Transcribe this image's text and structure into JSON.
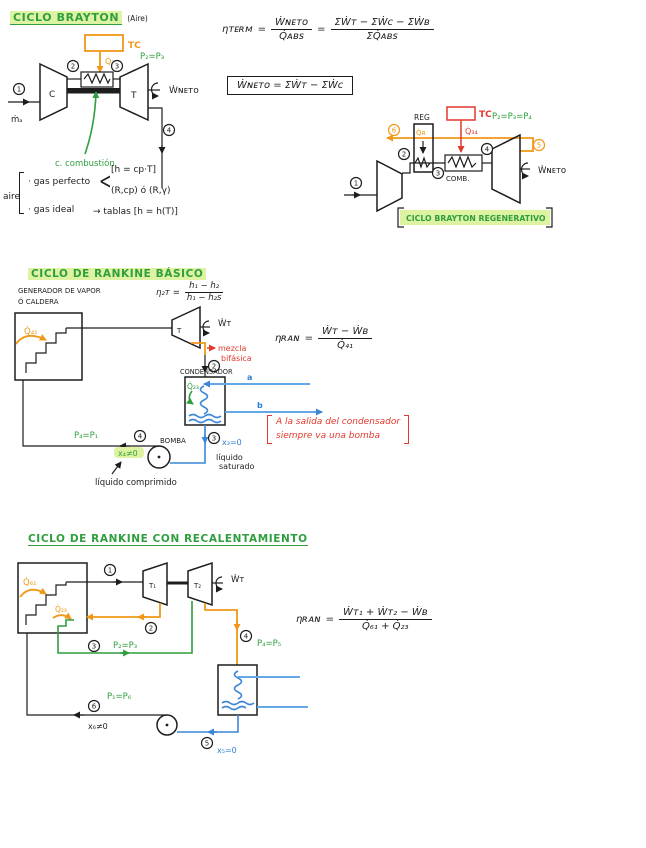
{
  "colors": {
    "ink": "#1d1d1d",
    "green": "#2f9e3f",
    "orange": "#f09818",
    "red": "#e3392e",
    "blue": "#2e7fd6",
    "light_blue": "#64a9e6",
    "highlight": "#ddf3a1"
  },
  "brayton": {
    "title": "CICLO BRAYTON",
    "aside": "(Aire)",
    "tc": "TC",
    "q23": "Q̇₂₃",
    "p23": "P₂=P₃",
    "compressor": "C",
    "turbine": "T",
    "s1": "1",
    "s2": "2",
    "s3": "3",
    "s4": "4",
    "m_in": "ṁₐ",
    "w_net": "Ẇɴᴇᴛᴏ",
    "comb_note": "c. combustión"
  },
  "eq_eff": {
    "lhs": "ηᴛᴇʀᴍ",
    "eq1": "=",
    "num1": "Ẇɴᴇᴛᴏ",
    "den1": "Q̇ᴀʙs",
    "eq2": "=",
    "num2": "ΣẆᴛ − ΣẆᴄ − ΣẆʙ",
    "den2": "ΣQ̇ᴀʙs"
  },
  "eq_wnet": {
    "text": "Ẇɴᴇᴛᴏ = ΣẆᴛ − ΣẆᴄ"
  },
  "aire": {
    "label": "aire",
    "opt1": "· gas perfecto",
    "branch": "<",
    "opt1a": "[h = cp·T]",
    "opt1b": "(R,cp) ó (R,γ)",
    "opt2": "· gas ideal",
    "opt2b": "→ tablas   [h = h(T)]"
  },
  "regen": {
    "reg": "REG",
    "q_reg": "Q̇ʀ",
    "tc": "TC",
    "q34": "Q̇₃₄",
    "p234": "P₂=P₃=P₄",
    "comb": "COMB.",
    "w_net": "Ẇɴᴇᴛᴏ",
    "s1": "1",
    "s2": "2",
    "s3": "3",
    "s4": "4",
    "s5": "5",
    "s6": "6",
    "caption": "CICLO BRAYTON REGENERATIVO"
  },
  "rankine": {
    "title": "CICLO DE RANKINE BÁSICO",
    "gen1": "GENERADOR DE VAPOR",
    "gen2": "Ó CALDERA",
    "q41": "Q̇₄₁",
    "eta_t": {
      "lhs": "η₂ᴛ",
      "eq": "=",
      "num": "h₁ − h₂",
      "den": "h₁ − h₂s"
    },
    "turbine": "T",
    "w_t": "Ẇᴛ",
    "mezcla1": "mezcla",
    "mezcla2": "bifásica",
    "cond": "CONDENSADOR",
    "q23": "Q̇₂₃",
    "a": "a",
    "b": "b",
    "s2": "2",
    "s3": "3",
    "s4": "4",
    "x3": "x₃=0",
    "liq1": "líquido",
    "liq2": "saturado",
    "bomba": "BOMBA",
    "p41": "P₄=P₁",
    "x4": "x₄≠0",
    "liq_comp": "líquido comprimido",
    "eta": {
      "lhs": "ηʀᴀɴ",
      "eq": "=",
      "num": "Ẇᴛ − Ẇʙ",
      "den": "Q̇₄₁"
    },
    "note1": "A la salida del condensador",
    "note2": "siempre va una bomba"
  },
  "reheat": {
    "title": "CICLO DE RANKINE CON RECALENTAMIENTO",
    "q61": "Q̇₆₁",
    "q23": "Q̇₂₃",
    "t1": "T₁",
    "t2": "T₂",
    "w_t": "Ẇᴛ",
    "s1": "1",
    "s2": "2",
    "s3": "3",
    "s4": "4",
    "s5": "5",
    "s6": "6",
    "p23": "P₂=P₃",
    "p45": "P₄=P₅",
    "p16": "P₁=P₆",
    "x5": "x₅=0",
    "x6": "x₆≠0",
    "eta": {
      "lhs": "ηʀᴀɴ",
      "eq": "=",
      "num": "Ẇᴛ₁ + Ẇᴛ₂ − Ẇʙ",
      "den": "Q̇₆₁ + Q̇₂₃"
    }
  }
}
